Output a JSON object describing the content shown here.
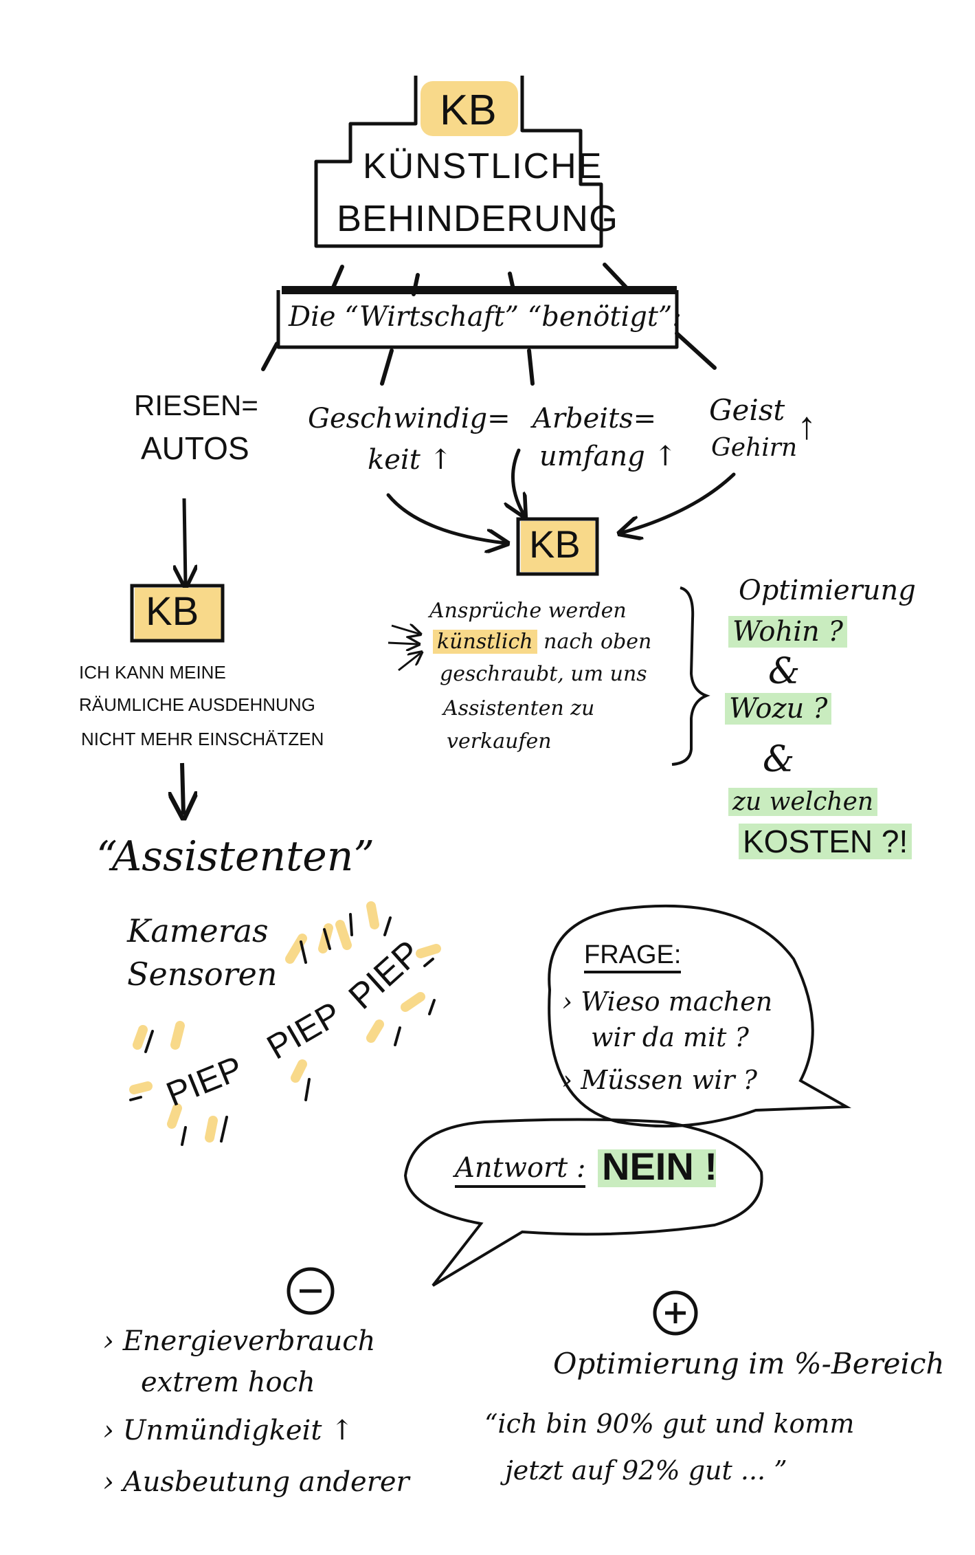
{
  "colors": {
    "ink": "#111111",
    "yellow": "#f8d98a",
    "green": "#c9ecbf"
  },
  "top": {
    "badge": "KB",
    "line1": "KÜNSTLICHE",
    "line2": "BEHINDERUNG"
  },
  "banner": {
    "text": "Die “Wirtschaft” “benötigt”:"
  },
  "branches": [
    {
      "line1": "RIESEN=",
      "line2": "AUTOS"
    },
    {
      "line1": "Geschwindig=",
      "line2": "keit ↑"
    },
    {
      "line1": "Arbeits=",
      "line2": "umfang ↑"
    },
    {
      "line1": "Geist",
      "line2": "Gehirn",
      "arrow": "↑"
    }
  ],
  "center_kb": {
    "badge": "KB"
  },
  "center_note": {
    "l1": "Ansprüche werden",
    "l2_hl": "künstlich",
    "l2_rest": "nach oben",
    "l3": "geschraubt, um uns",
    "l4": "Assistenten zu",
    "l5": "verkaufen"
  },
  "optimierung": {
    "title": "Optimierung",
    "q1": "Wohin ?",
    "amp1": "&",
    "q2": "Wozu ?",
    "amp2": "&",
    "q3a": "zu welchen",
    "q3b": "KOSTEN ?!"
  },
  "left_kb": {
    "badge": "KB",
    "l1": "ICH KANN MEINE",
    "l2": "RÄUMLICHE AUSDEHNUNG",
    "l3": "NICHT MEHR EINSCHÄTZEN"
  },
  "assistenten": {
    "title": "“Assistenten”",
    "l1": "Kameras",
    "l2": "Sensoren",
    "piep1": "PIEP",
    "piep2": "PIEP",
    "piep3": "PIEP"
  },
  "frage": {
    "title": "FRAGE:",
    "l1": "› Wieso machen",
    "l2": "wir da mit ?",
    "l3": "› Müssen wir ?"
  },
  "antwort": {
    "label": "Antwort :",
    "value": "NEIN !"
  },
  "minus": {
    "symbol": "−",
    "items": [
      {
        "l1": "› Energieverbrauch",
        "l2": "extrem hoch"
      },
      {
        "l1": "› Unmündigkeit ↑",
        "l2": ""
      },
      {
        "l1": "› Ausbeutung anderer",
        "l2": ""
      }
    ]
  },
  "plus": {
    "symbol": "+",
    "title": "Optimierung im %-Bereich",
    "quote1": "“ich bin 90% gut und komm",
    "quote2": "jetzt auf 92% gut ... ”"
  }
}
